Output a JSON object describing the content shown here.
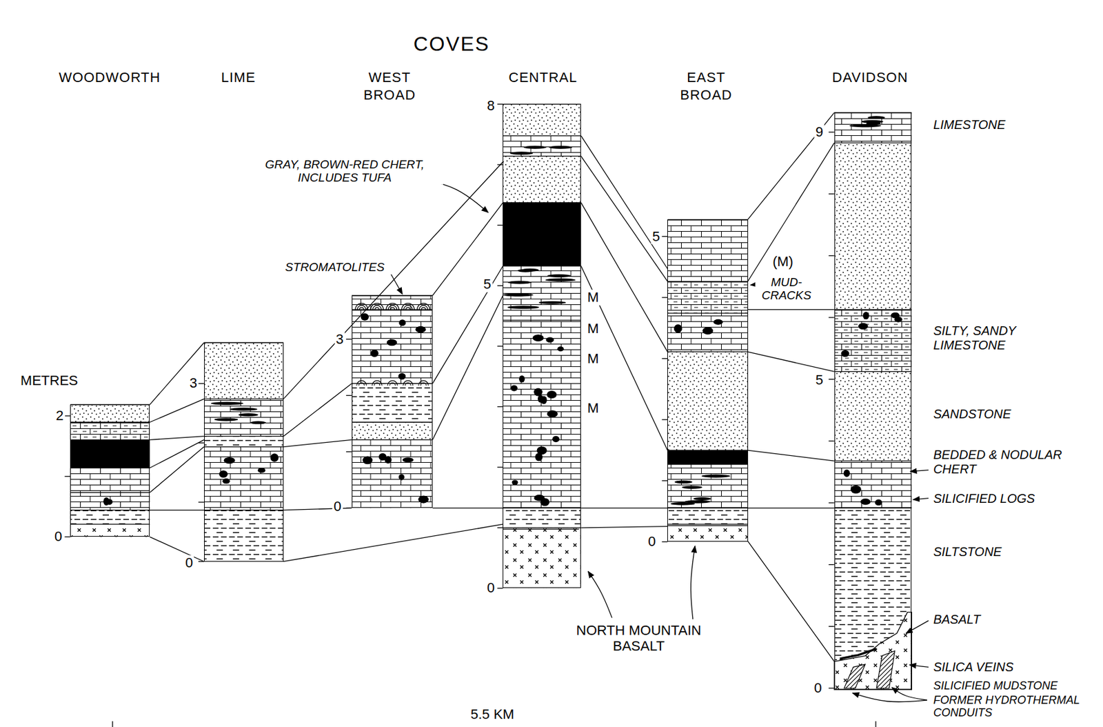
{
  "diagram": {
    "title": "COVES",
    "nodes": [
      {
        "text": [
          "WOODWORTH"
        ]
      },
      {
        "text": [
          "LIME"
        ]
      },
      {
        "text": [
          "WEST BROAD"
        ]
      },
      {
        "text": [
          "CENTRAL"
        ]
      },
      {
        "text": [
          "EAST BROAD"
        ]
      },
      {
        "text": [
          "DAVIDSON"
        ]
      }
    ],
    "edges": [
      {
        "from": 0,
        "to": 1,
        "arrow": "none"
      },
      {
        "from": 0,
        "to": 1,
        "arrow": "none"
      },
      {
        "from": 0,
        "to": 1,
        "arrow": "none"
      },
      {
        "from": 0,
        "to": 1,
        "arrow": "none"
      },
      {
        "from": 0,
        "to": 1,
        "arrow": "none"
      },
      {
        "from": 0,
        "to": 1,
        "arrow": "none"
      },
      {
        "from": 0,
        "to": 1,
        "arrow": "none"
      },
      {
        "from": 1,
        "to": 3,
        "arrow": "none"
      },
      {
        "from": 1,
        "to": 3,
        "arrow": "none"
      },
      {
        "from": 1,
        "to": 2,
        "arrow": "none"
      },
      {
        "from": 1,
        "to": 2,
        "arrow": "none"
      },
      {
        "from": 1,
        "to": 2,
        "arrow": "none"
      },
      {
        "from": 2,
        "to": 3,
        "arrow": "none"
      },
      {
        "from": 2,
        "to": 3,
        "arrow": "none"
      },
      {
        "from": 2,
        "to": 3,
        "arrow": "none"
      },
      {
        "from": 2,
        "to": 3,
        "arrow": "none"
      },
      {
        "from": 3,
        "to": 4,
        "arrow": "none"
      },
      {
        "from": 3,
        "to": 4,
        "arrow": "none"
      },
      {
        "from": 3,
        "to": 4,
        "arrow": "none"
      },
      {
        "from": 3,
        "to": 4,
        "arrow": "none"
      },
      {
        "from": 3,
        "to": 4,
        "arrow": "none"
      },
      {
        "from": 3,
        "to": 4,
        "arrow": "none"
      },
      {
        "from": 4,
        "to": 5,
        "arrow": "none"
      },
      {
        "from": 4,
        "to": 5,
        "arrow": "none"
      },
      {
        "from": 4,
        "to": 5,
        "arrow": "none"
      },
      {
        "from": 4,
        "to": 5,
        "arrow": "none"
      },
      {
        "from": 4,
        "to": 5,
        "arrow": "none"
      },
      {
        "from": 4,
        "to": 5,
        "arrow": "none"
      },
      {
        "from": 4,
        "to": 5,
        "arrow": "none"
      }
    ],
    "labels": [
      "METRES",
      "2",
      "0",
      "3",
      "0",
      "3",
      "0",
      "8",
      "5",
      "0",
      "5",
      "0",
      "9",
      "5",
      "0",
      "GRAY, BROWN-RED CHERT, INCLUDES TUFA",
      "STROMATOLITES",
      "M",
      "M",
      "M",
      "M",
      "(M)",
      "MUD- CRACKS",
      "NORTH MOUNTAIN BASALT",
      "LIMESTONE",
      "SILTY, SANDY LIMESTONE",
      "SANDSTONE",
      "BEDDED & NODULAR CHERT",
      "SILICIFIED LOGS",
      "SILTSTONE",
      "BASALT",
      "SILICA VEINS",
      "SILICIFIED MUDSTONE",
      "FORMER HYDROTHERMAL CONDUITS",
      "5.5 KM"
    ]
  }
}
